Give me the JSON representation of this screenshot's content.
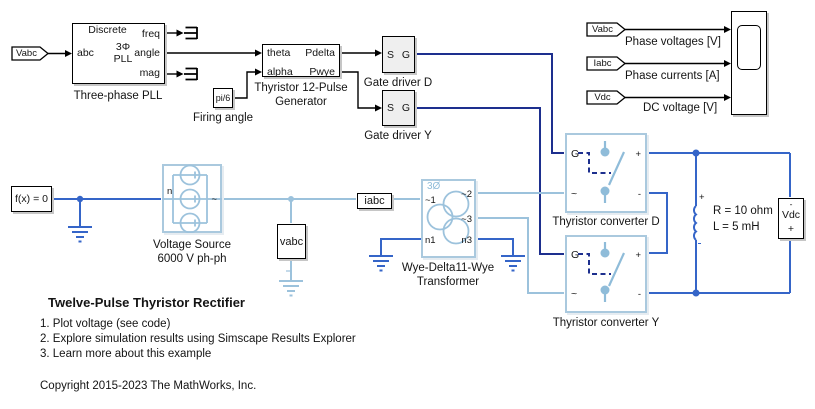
{
  "colors": {
    "wire_light": "#9cc2dc",
    "wire_power": "#3565c8",
    "wire_gate": "#1d2f8e",
    "block_blue_border": "#aac9de",
    "icon_blue": "#8fbcd9"
  },
  "source_tag": {
    "label": "Vabc"
  },
  "pll": {
    "caption": "Three-phase PLL",
    "text_discrete": "Discrete",
    "text_type1": "3Φ",
    "text_type2": "PLL",
    "port_abc": "abc",
    "port_freq": "freq",
    "port_angle": "angle",
    "port_mag": "mag"
  },
  "firing_angle": {
    "value": "pi/6",
    "caption": "Firing angle"
  },
  "pulse_generator": {
    "caption_line1": "Thyristor 12-Pulse",
    "caption_line2": "Generator",
    "port_theta": "theta",
    "port_alpha": "alpha",
    "port_pdelta": "Pdelta",
    "port_pwye": "Pwye"
  },
  "gate_driver_d": {
    "caption": "Gate driver D",
    "port_s": "S",
    "port_g": "G"
  },
  "gate_driver_y": {
    "caption": "Gate driver Y",
    "port_s": "S",
    "port_g": "G"
  },
  "monitor": {
    "vabc_tag": "Vabc",
    "iabc_tag": "Iabc",
    "vdc_tag": "Vdc",
    "vabc_label": "Phase voltages [V]",
    "iabc_label": "Phase currents [A]",
    "vdc_label": "DC voltage [V]"
  },
  "solver": {
    "label": "f(x) = 0"
  },
  "voltage_source": {
    "caption_line1": "Voltage Source",
    "caption_line2": "6000 V ph-ph",
    "port_n": "n",
    "port_out": "~"
  },
  "vabc_sensor": {
    "label": "vabc"
  },
  "iabc_sensor": {
    "label": "iabc"
  },
  "transformer": {
    "badge": "3Ø",
    "caption_line1": "Wye-Delta11-Wye",
    "caption_line2": "Transformer",
    "port_p1": "~1",
    "port_p2": "~2",
    "port_p3": "~3",
    "port_n1": "n1",
    "port_n3": "n3"
  },
  "converter_d": {
    "caption": "Thyristor converter D",
    "port_g": "G",
    "port_ac": "~",
    "port_plus": "+",
    "port_minus": "-"
  },
  "converter_y": {
    "caption": "Thyristor converter Y",
    "port_g": "G",
    "port_ac": "~",
    "port_plus": "+",
    "port_minus": "-"
  },
  "load": {
    "r_label": "R = 10 ohm",
    "l_label": "L = 5 mH",
    "plus": "+"
  },
  "vdc_sensor": {
    "label": "Vdc",
    "plus": "+",
    "minus": "-"
  },
  "doc": {
    "title": "Twelve-Pulse Thyristor Rectifier",
    "note1": "1. Plot voltage (see code)",
    "note2": "2. Explore simulation results using Simscape Results Explorer",
    "note3": "3. Learn more about this example",
    "copyright": "Copyright 2015-2023 The MathWorks, Inc."
  }
}
